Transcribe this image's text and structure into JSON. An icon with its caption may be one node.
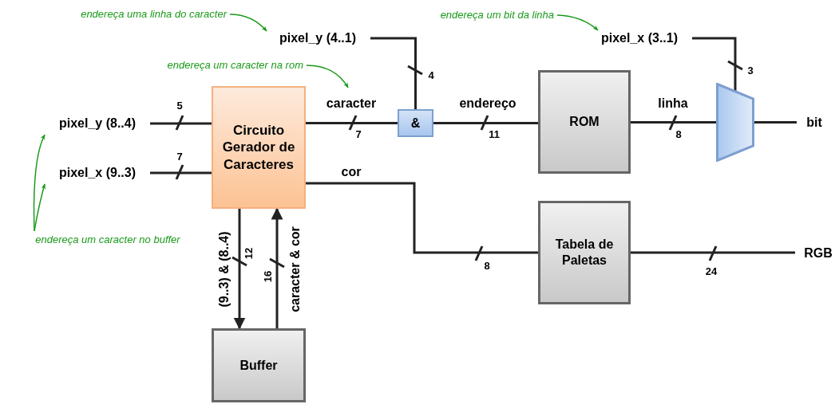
{
  "diagram": {
    "nodes": [
      {
        "text": [
          "pixel_y (8..4)"
        ]
      },
      {
        "text": [
          "pixel_x (9..3)"
        ]
      },
      {
        "text": [
          "Circuito Gerador de Caracteres"
        ]
      },
      {
        "text": [
          "pixel_y (4..1)"
        ]
      },
      {
        "text": [
          "&"
        ]
      },
      {
        "text": [
          "ROM"
        ]
      },
      {
        "text": [
          "pixel_x (3..1)"
        ]
      },
      {
        "text": [],
        "shape": "trapezoid"
      },
      {
        "text": [
          "bit"
        ]
      },
      {
        "text": [
          "Tabela de Paletas"
        ]
      },
      {
        "text": [
          "RGB"
        ]
      },
      {
        "text": [
          "Buffer"
        ]
      },
      {
        "text": [
          "endereça uma linha do caracter"
        ]
      },
      {
        "text": [
          "endereça um caracter na rom"
        ]
      },
      {
        "text": [
          "endereça um bit da linha"
        ]
      },
      {
        "text": [
          "endereça um caracter no buffer"
        ]
      }
    ],
    "edges": [
      {
        "from": 0,
        "to": 2,
        "arrow": "none"
      },
      {
        "from": 1,
        "to": 2,
        "arrow": "none"
      },
      {
        "from": 2,
        "to": 4,
        "arrow": "none",
        "label": "caracter"
      },
      {
        "from": 3,
        "to": 4,
        "arrow": "none"
      },
      {
        "from": 4,
        "to": 5,
        "arrow": "none",
        "label": "endereço"
      },
      {
        "from": 5,
        "to": 7,
        "arrow": "none",
        "label": "linha"
      },
      {
        "from": 6,
        "to": 7,
        "arrow": "none"
      },
      {
        "from": 7,
        "to": 8,
        "arrow": "none"
      },
      {
        "from": 2,
        "to": 9,
        "arrow": "none",
        "label": "cor"
      },
      {
        "from": 9,
        "to": 10,
        "arrow": "none"
      },
      {
        "from": 2,
        "to": 11,
        "arrow": "to",
        "label": "(9..3) & (8..4)"
      },
      {
        "from": 11,
        "to": 2,
        "arrow": "to",
        "label": "caracter & cor"
      },
      {
        "from": 12,
        "to": 3,
        "arrow": "to",
        "color": "#1a9a1a"
      },
      {
        "from": 13,
        "to": null,
        "arrow": "to",
        "color": "#1a9a1a"
      },
      {
        "from": 14,
        "to": 6,
        "arrow": "to",
        "color": "#1a9a1a"
      },
      {
        "from": 15,
        "to": 0,
        "arrow": "to",
        "color": "#1a9a1a"
      },
      {
        "from": 15,
        "to": 1,
        "arrow": "to",
        "color": "#1a9a1a"
      }
    ],
    "labels": [
      "4",
      "3",
      "5",
      "7",
      "11",
      "8",
      "7",
      "12",
      "16",
      "8",
      "24"
    ]
  }
}
